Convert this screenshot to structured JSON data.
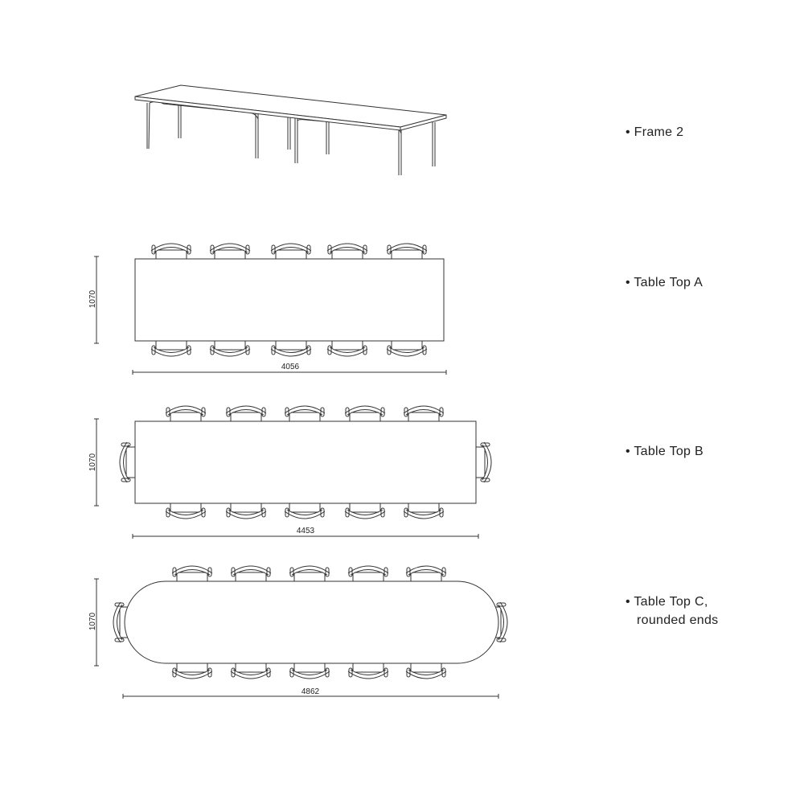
{
  "labels": {
    "frame": "• Frame 2",
    "top_a": "• Table Top A",
    "top_b": "• Table Top B",
    "top_c_line1": "• Table Top C,",
    "top_c_line2": "rounded ends"
  },
  "tables": {
    "a": {
      "width_mm": "4056",
      "depth_mm": "1070",
      "chairs_per_long_side": 5,
      "end_chairs": 0
    },
    "b": {
      "width_mm": "4453",
      "depth_mm": "1070",
      "chairs_per_long_side": 5,
      "end_chairs": 1
    },
    "c": {
      "width_mm": "4862",
      "depth_mm": "1070",
      "chairs_per_long_side": 5,
      "end_chairs": 1
    }
  }
}
